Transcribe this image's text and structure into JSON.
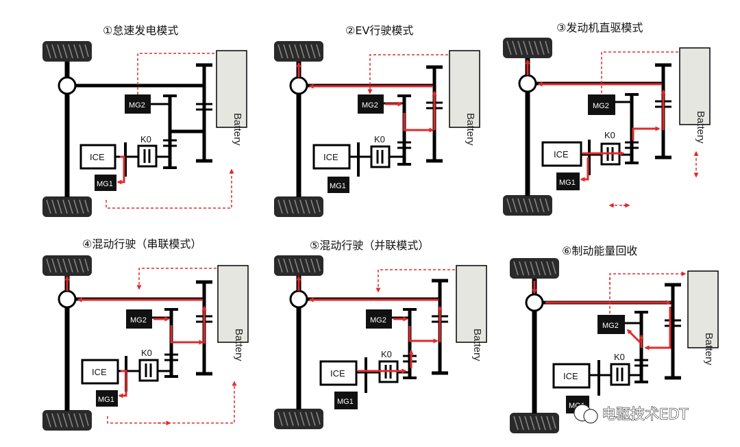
{
  "panels": [
    {
      "title": "①怠速发电模式"
    },
    {
      "title": "②EV行驶模式"
    },
    {
      "title": "③发动机直驱模式"
    },
    {
      "title": "④混动行驶（串联模式）"
    },
    {
      "title": "⑤混动行驶（并联模式）"
    },
    {
      "title": "⑥制动能量回收"
    }
  ],
  "labels": {
    "mg2": "MG2",
    "mg1": "MG1",
    "ice": "ICE",
    "k0": "K0",
    "battery": "Battery"
  },
  "watermark": "电驱技术EDT",
  "colors": {
    "flow": "#e02a2a",
    "structure": "#000000",
    "battery_fill": "#e6e6e1",
    "motor_fill": "#111111"
  }
}
